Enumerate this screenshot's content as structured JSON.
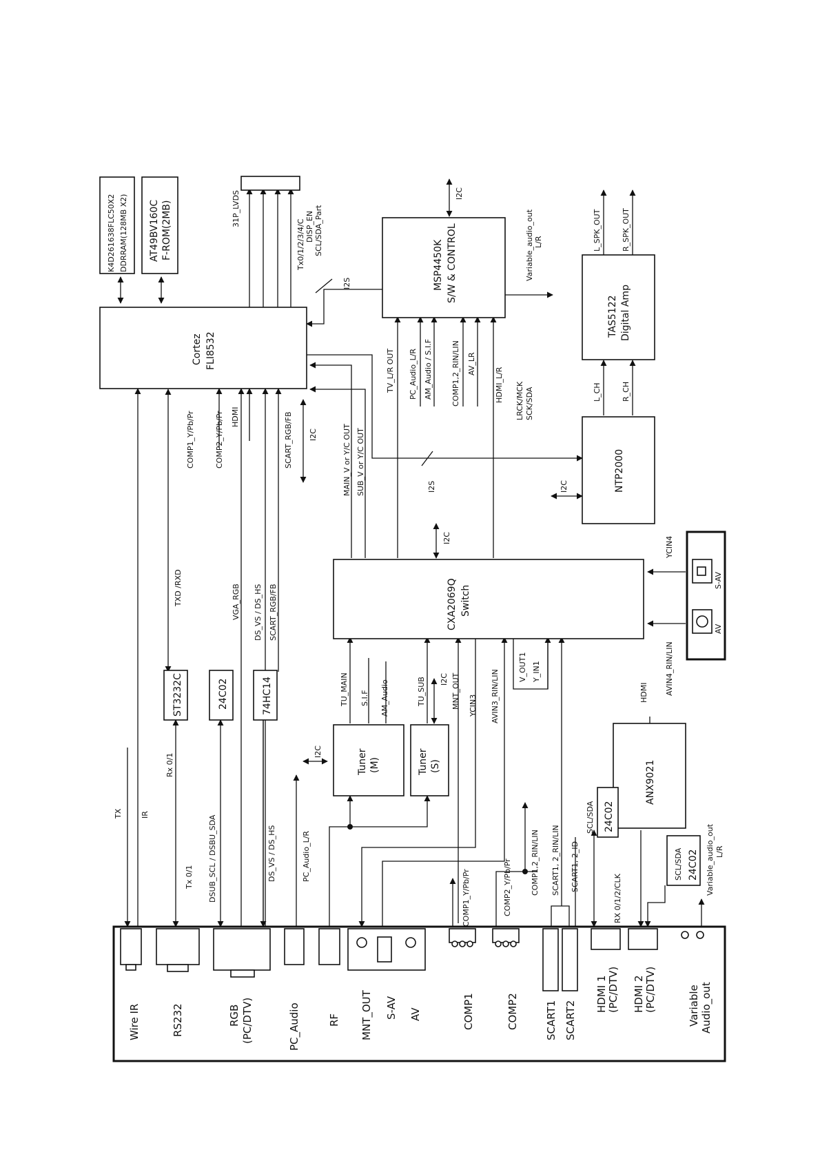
{
  "blocks": {
    "ddr": [
      "K4D261638FLC50X2",
      "DDRRAM(128MB X2)"
    ],
    "flash": [
      "AT49BV160C",
      "F-ROM(2MB)"
    ],
    "cortez": [
      "Cortez",
      "FLI8532"
    ],
    "msp": [
      "MSP4450K",
      "S/W & CONTROL"
    ],
    "tas": [
      "TAS5122",
      "Digital Amp"
    ],
    "ntp": [
      "NTP2000"
    ],
    "cxa": [
      "CXA2069Q",
      "Switch"
    ],
    "st3232": [
      "ST3232C"
    ],
    "e24c02a": [
      "24C02"
    ],
    "hc14": [
      "74HC14"
    ],
    "tunerm": [
      "Tuner",
      "(M)"
    ],
    "tuners": [
      "Tuner",
      "(S)"
    ],
    "anx": [
      "ANX9021"
    ],
    "e24c02b": [
      "24C02"
    ],
    "e24c02c": [
      "24C02"
    ]
  },
  "lvds": {
    "connector": "31P_LVDS",
    "signals": [
      "Tx0/1/2/3/4/C",
      "DISP_EN",
      "SCL/SDA_Part"
    ]
  },
  "signals": {
    "i2s_cortez": "I2S",
    "i2c_msp": "I2C",
    "variable_audio_out": [
      "Variable_audio_out",
      "L/R"
    ],
    "l_spk_out": "L_SPK_OUT",
    "r_spk_out": "R_SPK_OUT",
    "l_ch": "L_CH",
    "r_ch": "R_CH",
    "tv_lr_out": "TV_L/R OUT",
    "pc_audio_lr": "PC_Audio_L/R",
    "am_audio_sif": "AM_Audio / S.I.F",
    "comp12_rin_lin": "COMP1,2_RIN/LIN",
    "av_lr": "AV_LR",
    "hdmi_lr": "HDMI_L/R",
    "lrck": [
      "LRCK/MCK",
      "SCK/SDA"
    ],
    "i2s_ntp": "I2S",
    "i2c_ntp": "I2C",
    "main_v": "MAIN_V or Y/C OUT",
    "sub_v": "SUB_V or Y/C OUT",
    "i2c_cxa": "I2C",
    "i2c_cortez": "I2C",
    "comp1_ypbpr": "COMP1_Y/Pb/Pr",
    "comp2_ypbpr": "COMP2_Y/Pb/Pr",
    "hdmi": "HDMI",
    "scart_rgb_fb": "SCART_RGB/FB",
    "txd_rxd": "TXD /RXD",
    "vga_rgb": "VGA_RGB",
    "ds_vs_hs": "DS_VS / DS_HS",
    "scart_rgb_fb2": "SCART_RGB/FB",
    "ycin4": "YCIN4",
    "avin4": "AVIN4_RIN/LIN",
    "hdmi2": "HDMI",
    "tu_main": "TU_MAIN",
    "sif": "S.I.F",
    "am_audio": "AM_Audio",
    "tu_sub": "TU_SUB",
    "i2c_tuner": "I2C",
    "mnt_out": "MNT_OUT",
    "ycin3": "YCIN3",
    "avin3": "AVIN3_RIN/LIN",
    "v_out1": "V_OUT1",
    "y_in1": "Y_IN1",
    "i2c_tuner_m": "I2C",
    "tx": "TX",
    "ir": "IR",
    "rx01": "Rx 0/1",
    "tx01": "Tx 0/1",
    "dsub": "DSUB_SCL / DSBU_SDA",
    "ds_vs_hs2": "DS_VS / DS_HS",
    "pc_audio_lr2": "PC_Audio_L/R",
    "comp1_y": "COMP1_Y/Pb/Pr",
    "comp2_y": "COMP2_Y/Pb/Pr",
    "comp12_rin": "COMP1,2_RIN/LIN",
    "scart12_rin": "SCART1, 2_RIN/LIN",
    "scart12_id": "SCART1, 2_ID",
    "rx0123": "RX 0/1/2/CLK",
    "scl_sda1": "SCL/SDA",
    "scl_sda2": "SCL/SDA",
    "var_out2": [
      "Variable_audio_out",
      "L/R"
    ]
  },
  "panel": {
    "wire_ir": "Wire IR",
    "rs232": "RS232",
    "rgb": [
      "RGB",
      "(PC/DTV)"
    ],
    "pc_audio": "PC_Audio",
    "rf": "RF",
    "mnt_out": "MNT_OUT",
    "s_av": "S-AV",
    "av": "AV",
    "comp1": "COMP1",
    "comp2": "COMP2",
    "scart1": "SCART1",
    "scart2": "SCART2",
    "hdmi1": [
      "HDMI 1",
      "(PC/DTV)"
    ],
    "hdmi2": [
      "HDMI 2",
      "(PC/DTV)"
    ],
    "var_audio": [
      "Variable",
      "Audio_out"
    ]
  },
  "side_jack": {
    "s_av": "S-AV",
    "av": "AV"
  }
}
